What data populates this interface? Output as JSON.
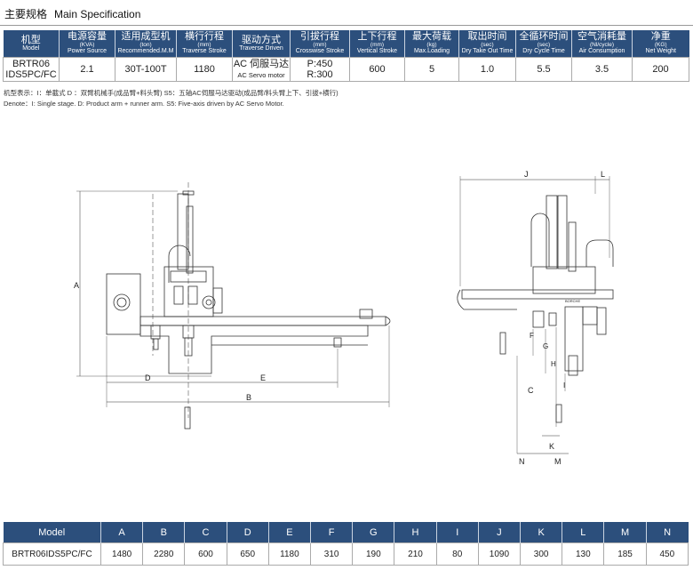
{
  "title": {
    "zh": "主要规格",
    "en": "Main Specification"
  },
  "spec_table": {
    "headers": [
      {
        "zh": "机型",
        "sub": "",
        "en": "Model"
      },
      {
        "zh": "电源容量",
        "sub": "(KVA)",
        "en": "Power Source"
      },
      {
        "zh": "适用成型机",
        "sub": "(ton)",
        "en": "Recommended.M.M"
      },
      {
        "zh": "横行行程",
        "sub": "(mm)",
        "en": "Traverse Stroke"
      },
      {
        "zh": "驱动方式",
        "sub": "",
        "en": "Traverse Driven"
      },
      {
        "zh": "引拔行程",
        "sub": "(mm)",
        "en": "Crosswise Stroke"
      },
      {
        "zh": "上下行程",
        "sub": "(mm)",
        "en": "Vertical Stroke"
      },
      {
        "zh": "最大荷载",
        "sub": "(kg)",
        "en": "Max.Loading"
      },
      {
        "zh": "取出时间",
        "sub": "(sec)",
        "en": "Dry Take Out Time"
      },
      {
        "zh": "全循环时间",
        "sub": "(sec)",
        "en": "Dry Cycle Time"
      },
      {
        "zh": "空气消耗量",
        "sub": "(Nl/cycle)",
        "en": "Air Consumption"
      },
      {
        "zh": "净重",
        "sub": "(KG)",
        "en": "Net Weight"
      }
    ],
    "row": {
      "model_line1": "BRTR06",
      "model_line2": "IDS5PC/FC",
      "power": "2.1",
      "recommended": "30T-100T",
      "traverse_stroke": "1180",
      "driven_line1": "AC 伺服马达",
      "driven_line2": "AC Servo motor",
      "crosswise_line1": "P:450",
      "crosswise_line2": "R:300",
      "vertical": "600",
      "max_loading": "5",
      "take_out": "1.0",
      "cycle": "5.5",
      "air": "3.5",
      "weight": "200"
    }
  },
  "notes": {
    "zh": "机型表示：I：单截式    D ：双臂机械手(成品臂+料头臂)   S5：五轴AC伺服马达驱动(成品臂/料头臂上下、引拔+横行)",
    "en": "Denote：I: Single stage.  D: Product arm + runner arm.  S5: Five-axis driven by AC Servo Motor."
  },
  "drawing_labels": {
    "A": "A",
    "B": "B",
    "C": "C",
    "D": "D",
    "E": "E",
    "F": "F",
    "G": "G",
    "H": "H",
    "I": "I",
    "J": "J",
    "K": "K",
    "L": "L",
    "M": "M",
    "N": "N",
    "brand": "BORCHE"
  },
  "dims_table": {
    "headers": [
      "Model",
      "A",
      "B",
      "C",
      "D",
      "E",
      "F",
      "G",
      "H",
      "I",
      "J",
      "K",
      "L",
      "M",
      "N"
    ],
    "values": [
      "BRTR06IDS5PC/FC",
      "1480",
      "2280",
      "600",
      "650",
      "1180",
      "310",
      "190",
      "210",
      "80",
      "1090",
      "300",
      "130",
      "185",
      "450"
    ]
  },
  "colors": {
    "header_bg": "#2c4f7c",
    "header_text": "#ffffff",
    "line": "#333333"
  }
}
